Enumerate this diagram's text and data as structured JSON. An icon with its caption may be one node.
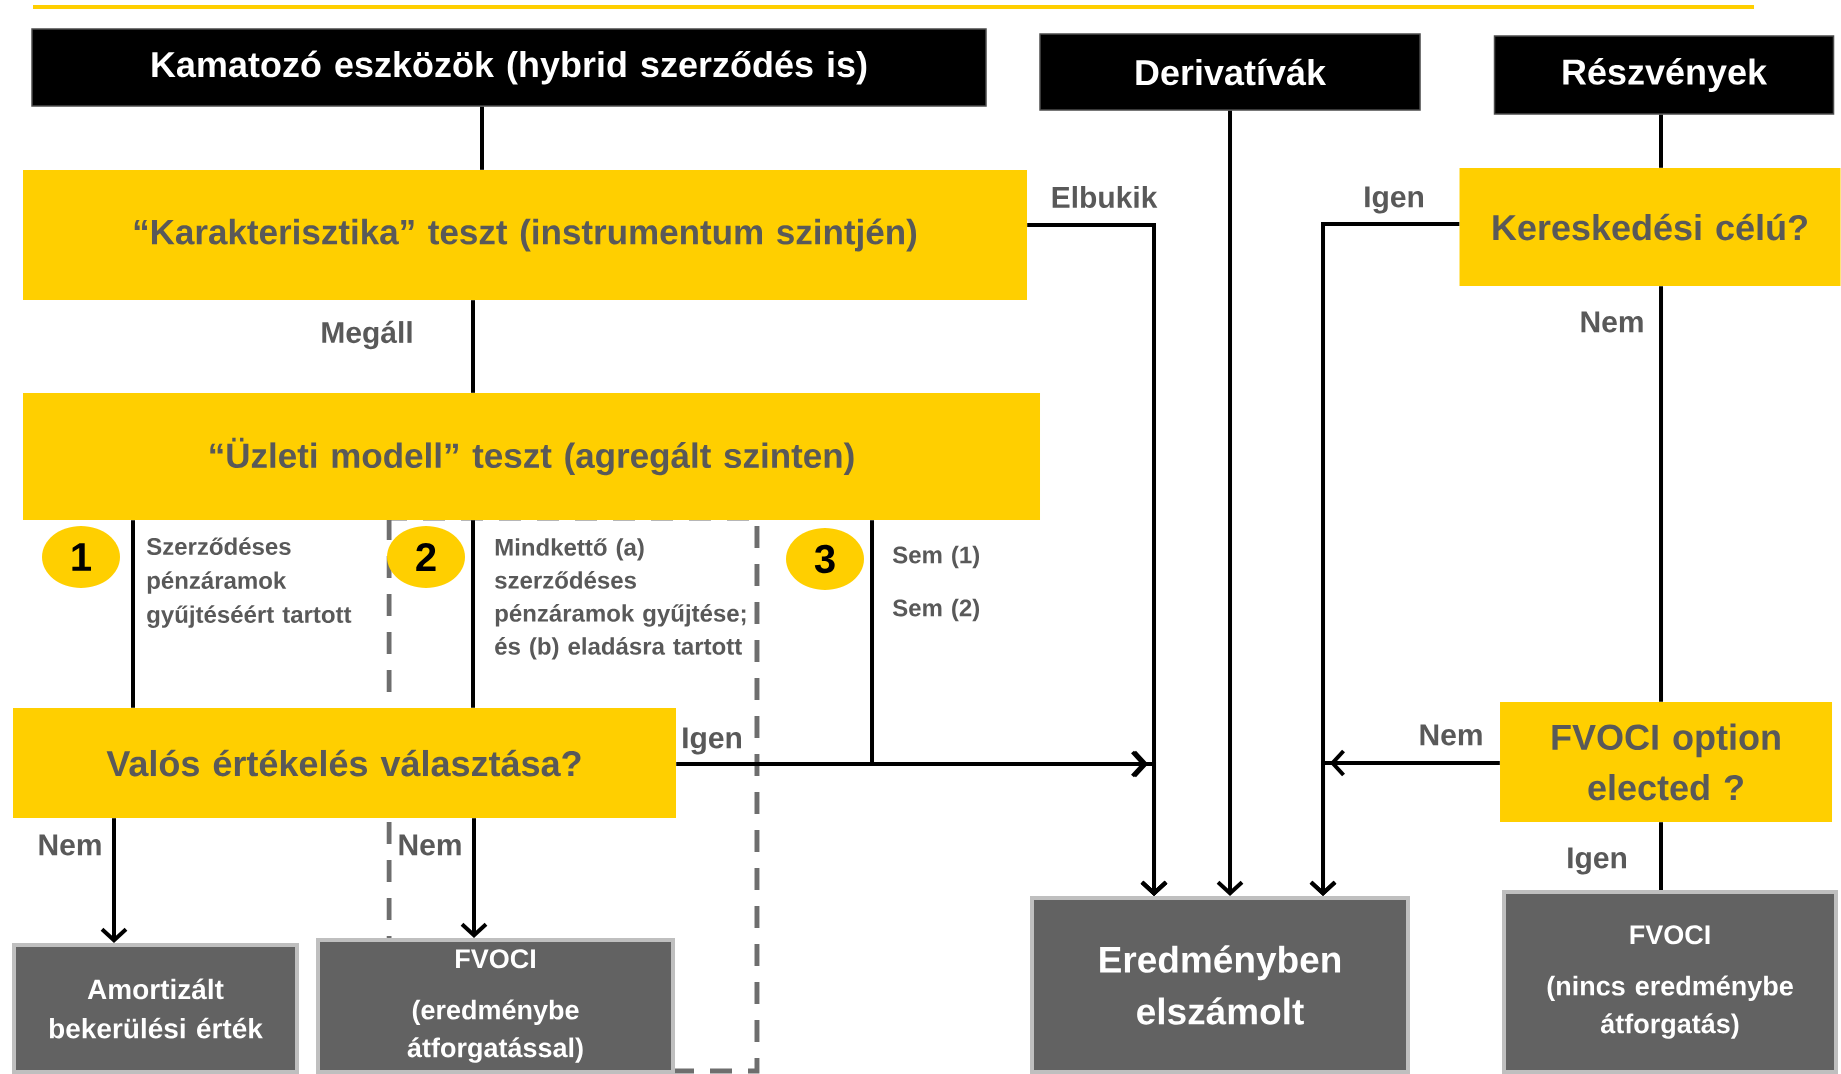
{
  "diagram": {
    "nodes": [
      {
        "text": [
          "Kamatozó eszközök (hybrid szerződés is)"
        ]
      },
      {
        "text": [
          "Derivatívák"
        ]
      },
      {
        "text": [
          "Részvények"
        ]
      },
      {
        "text": [
          "“Karakterisztika” teszt (instrumentum szintjén)"
        ]
      },
      {
        "text": [
          "Kereskedési célú?"
        ]
      },
      {
        "text": [
          "“Üzleti modell” teszt  (agregált szinten)"
        ]
      },
      {
        "text": [
          "1"
        ],
        "beside": [
          "Szerződéses pénzáramok gyűjtéséért tartott"
        ]
      },
      {
        "text": [
          "2"
        ],
        "beside": [
          "Mindkettő (a) szerződéses pénzáramok gyűjtése; és (b) eladásra tartott"
        ]
      },
      {
        "text": [
          "3"
        ],
        "beside": [
          "Sem (1)",
          "Sem (2)"
        ]
      },
      {
        "text": [
          "Valós értékelés választása?"
        ]
      },
      {
        "text": [
          "FVOCI option elected ?"
        ]
      },
      {
        "text": [
          "Amortizált bekerülési érték"
        ]
      },
      {
        "text": [
          "FVOCI",
          "(eredménybe átforgatással)"
        ]
      },
      {
        "text": [
          "Eredményben elszámolt"
        ]
      },
      {
        "text": [
          "FVOCI",
          "(nincs eredménybe átforgatás)"
        ]
      }
    ],
    "edges": [
      {
        "from": 0,
        "to": 3,
        "arrow": "none"
      },
      {
        "from": 3,
        "to": 5,
        "arrow": "none",
        "label": "Megáll"
      },
      {
        "from": 3,
        "to": 13,
        "arrow": "to",
        "label": "Elbukik"
      },
      {
        "from": 1,
        "to": 13,
        "arrow": "to"
      },
      {
        "from": 2,
        "to": 4,
        "arrow": "none"
      },
      {
        "from": 4,
        "to": 13,
        "arrow": "to",
        "label": "Igen"
      },
      {
        "from": 4,
        "to": 10,
        "arrow": "none",
        "label": "Nem"
      },
      {
        "from": 10,
        "to": 13,
        "arrow": "to",
        "label": "Nem"
      },
      {
        "from": 10,
        "to": 14,
        "arrow": "none",
        "label": "Igen"
      },
      {
        "from": 5,
        "to": 9,
        "arrow": "none"
      },
      {
        "from": 5,
        "to": 9,
        "arrow": "none"
      },
      {
        "from": 5,
        "to": 13,
        "arrow": "to"
      },
      {
        "from": 9,
        "to": 13,
        "arrow": "to",
        "label": "Igen"
      },
      {
        "from": 9,
        "to": 11,
        "arrow": "to",
        "label": "Nem"
      },
      {
        "from": 9,
        "to": 12,
        "arrow": "to",
        "label": "Nem"
      }
    ]
  }
}
